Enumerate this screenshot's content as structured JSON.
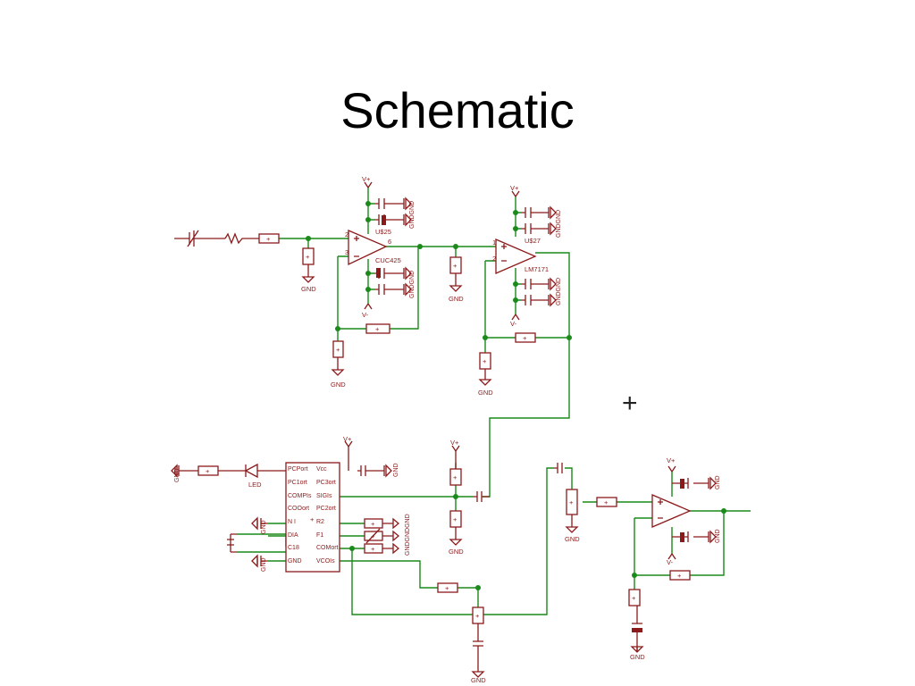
{
  "slide": {
    "title": "Schematic"
  },
  "colors": {
    "wire": "#1a8a1a",
    "part": "#8b1a1a",
    "background": "#ffffff",
    "title": "#000000"
  },
  "labels": {
    "vplus": "V+",
    "vminus": "V-",
    "gnd": "GND",
    "gnd_pair": "GNDGND",
    "gnd_triple": "GNDGNDGND",
    "plus": "+",
    "pin1": "1",
    "pin2": "2",
    "pin3": "3",
    "pin6": "6",
    "u25": "U$25",
    "u27": "U$27",
    "cuc425": "CUC425",
    "lm7171": "LM7171",
    "led": "LED",
    "cursor": "+"
  },
  "chip": {
    "left_pins": [
      "PCPort",
      "PC1ort",
      "COMPIs",
      "COOort",
      "N I",
      "DIA",
      "C18",
      "GND"
    ],
    "right_pins": [
      "Vcc",
      "PC3ort",
      "SIGIs",
      "PC2ort",
      "R2",
      "F1",
      "COMort",
      "VCOIs"
    ]
  }
}
